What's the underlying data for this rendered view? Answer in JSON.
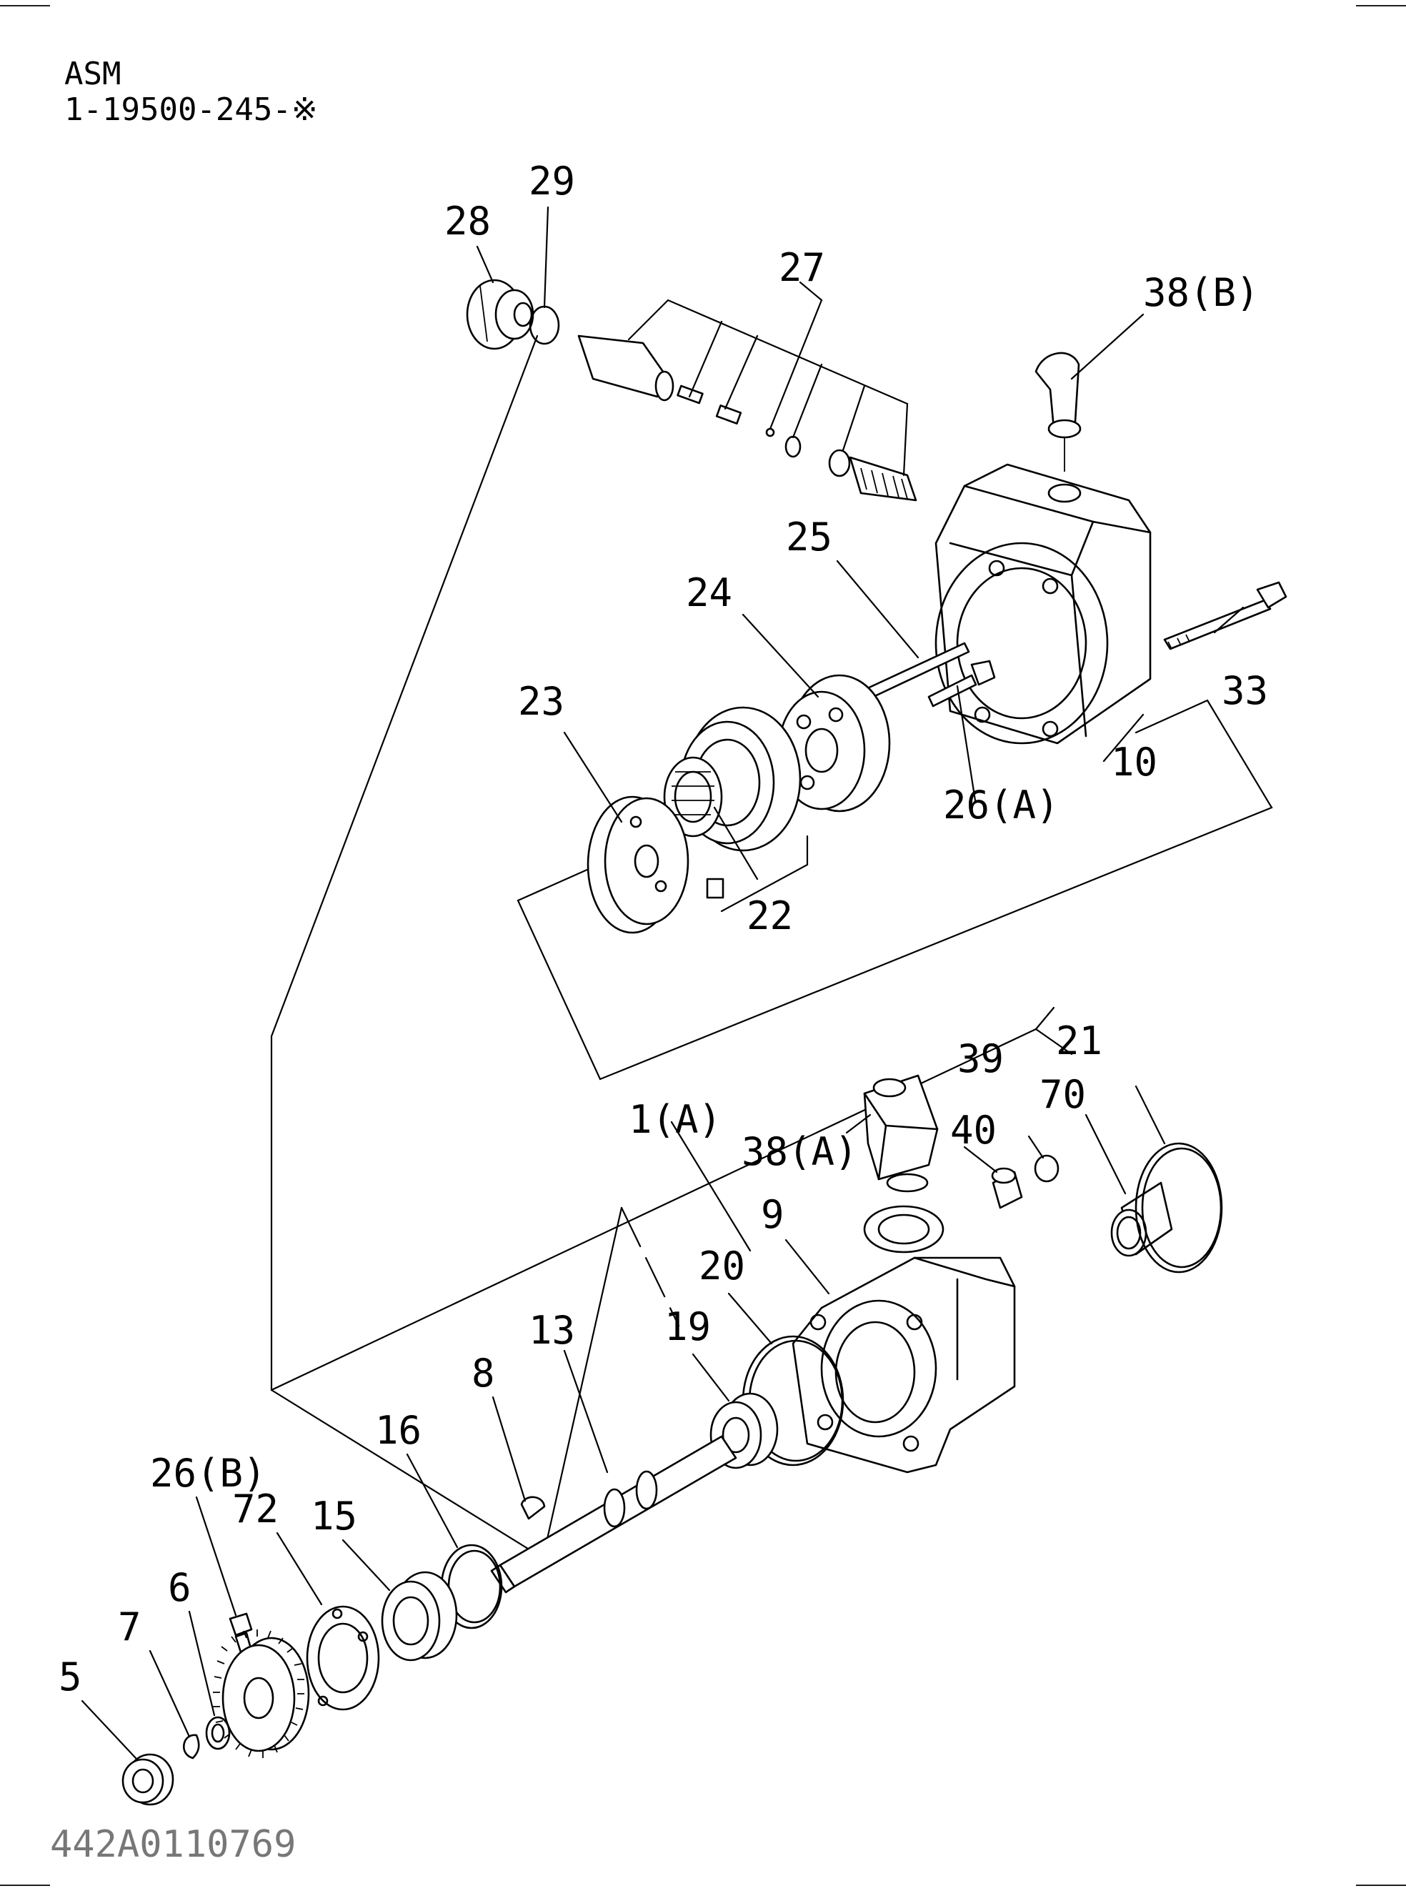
{
  "header": {
    "asm_label": "ASM",
    "asm_number": "1-19500-245-※"
  },
  "drawing_code": "442A0110769",
  "callouts": {
    "p29": "29",
    "p28": "28",
    "p27": "27",
    "p38b": "38(B)",
    "p25": "25",
    "p24": "24",
    "p33": "33",
    "p23": "23",
    "p10": "10",
    "p26a": "26(A)",
    "p22": "22",
    "p21": "21",
    "p39": "39",
    "p70": "70",
    "p1a": "1(A)",
    "p40": "40",
    "p38a": "38(A)",
    "p9": "9",
    "p20": "20",
    "p13": "13",
    "p19": "19",
    "p8": "8",
    "p16": "16",
    "p26b": "26(B)",
    "p72": "72",
    "p15": "15",
    "p6": "6",
    "p7": "7",
    "p5": "5"
  }
}
